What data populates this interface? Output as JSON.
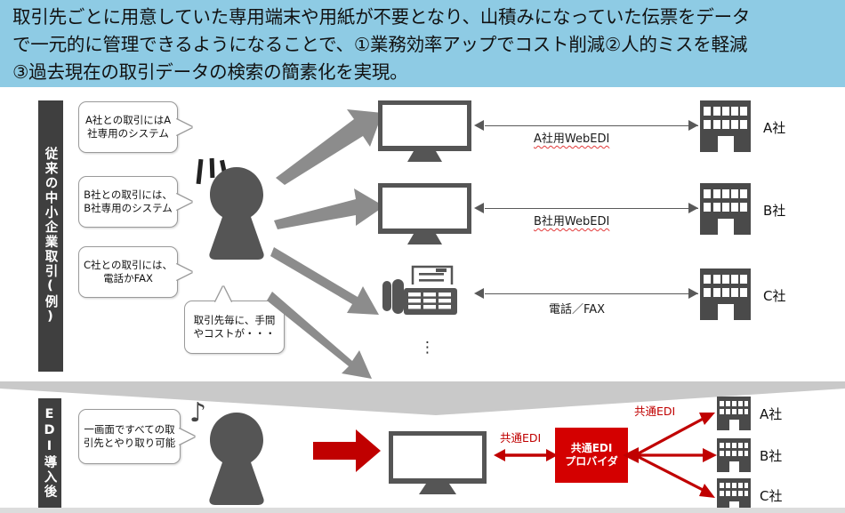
{
  "header": {
    "line1": "取引先ごとに用意していた専用端末や用紙が不要となり、山積みになっていた伝票をデータ",
    "line2": "で一元的に管理できるようになることで、①業務効率アップでコスト削減②人的ミスを軽減",
    "line3": "③過去現在の取引データの検索の簡素化を実現。",
    "bg_color": "#8ecbe4"
  },
  "sections": {
    "top": {
      "tab_label": "従来の中小企業取引(例)",
      "bubbles": [
        {
          "id": "a",
          "text": "A社との取引にはA社専用のシステム"
        },
        {
          "id": "b",
          "text": "B社との取引には、B社専用のシステム"
        },
        {
          "id": "c",
          "text": "C社との取引には、電話かFAX"
        },
        {
          "id": "cost",
          "text": "取引先毎に、手間やコストが・・・"
        }
      ],
      "channels": [
        {
          "label": "A社用WebEDI",
          "company": "A社",
          "device": "monitor",
          "misspelled": true
        },
        {
          "label": "B社用WebEDI",
          "company": "B社",
          "device": "monitor",
          "misspelled": true
        },
        {
          "label": "電話／FAX",
          "company": "C社",
          "device": "fax",
          "misspelled": false
        }
      ],
      "more_indicator": "⋮"
    },
    "bottom": {
      "tab_label": "EDI導入後",
      "bubble": {
        "text": "一画面ですべての取引先とやり取り可能"
      },
      "music_note": "♪",
      "link_label_left": "共通EDI",
      "link_label_right": "共通EDI",
      "provider": {
        "line1": "共通EDI",
        "line2": "プロバイダ"
      },
      "companies": [
        "A社",
        "B社",
        "C社"
      ],
      "accent_color": "#c00000"
    }
  },
  "palette": {
    "header_blue": "#8ecbe4",
    "tab_dark": "#3f3f3f",
    "icon_gray": "#555555",
    "arrow_gray": "#8c8c8c",
    "red": "#c00000",
    "provider_red": "#d40000"
  }
}
